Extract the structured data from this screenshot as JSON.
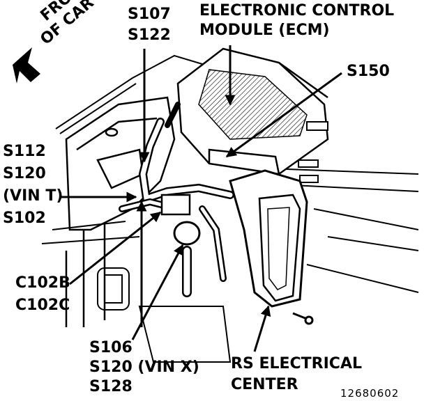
{
  "front_label": [
    "FRONT",
    "OF CAR"
  ],
  "labels": {
    "ecm": [
      "ELECTRONIC CONTROL",
      "MODULE (ECM)"
    ],
    "s107_group": [
      "S107",
      "S122"
    ],
    "s150": "S150",
    "s112_group": [
      "S112",
      "S120",
      "(VIN T)",
      "S102"
    ],
    "c102_group": [
      "C102B",
      "C102C"
    ],
    "s106_group": [
      "S106",
      "S120 (VIN X)",
      "S128"
    ],
    "rs_center": [
      "RS ELECTRICAL",
      "CENTER"
    ]
  },
  "figure_number": "12680602",
  "colors": {
    "ink": "#000000",
    "paper": "#ffffff"
  }
}
